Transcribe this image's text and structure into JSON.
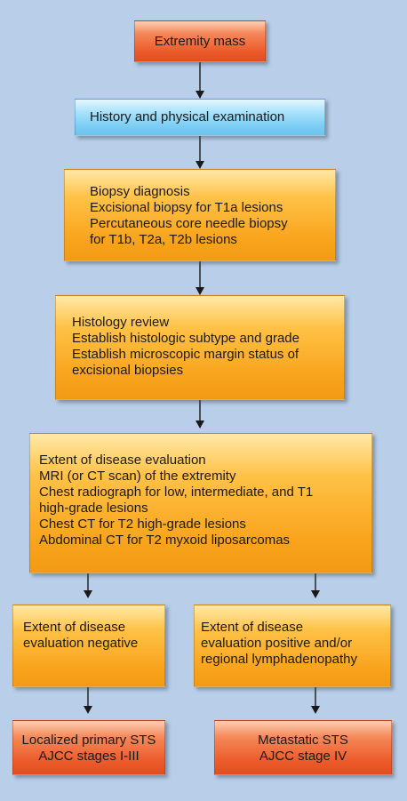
{
  "nodes": {
    "extremity_mass": {
      "lines": [
        "Extremity mass"
      ]
    },
    "history_exam": {
      "lines": [
        "History and physical examination"
      ]
    },
    "biopsy": {
      "lines": [
        "Biopsy diagnosis",
        "Excisional biopsy for T1a lesions",
        "Percutaneous core needle biopsy",
        "for T1b, T2a, T2b lesions"
      ]
    },
    "histology": {
      "lines": [
        "Histology review",
        "Establish histologic subtype and grade",
        "Establish microscopic margin status of",
        "excisional biopsies"
      ]
    },
    "extent_eval": {
      "lines": [
        "Extent of disease evaluation",
        "MRI (or CT scan) of the extremity",
        "Chest radiograph for low, intermediate, and T1",
        "high-grade lesions",
        "Chest CT for T2 high-grade lesions",
        "Abdominal CT for T2 myxoid liposarcomas"
      ]
    },
    "eval_negative": {
      "lines": [
        "Extent of disease",
        "evaluation negative"
      ]
    },
    "eval_positive": {
      "lines": [
        "Extent of disease",
        "evaluation positive and/or",
        "regional lymphadenopathy"
      ]
    },
    "localized": {
      "lines": [
        "Localized primary STS",
        "AJCC stages I-III"
      ]
    },
    "metastatic": {
      "lines": [
        "Metastatic STS",
        "AJCC stage IV"
      ]
    }
  },
  "colors": {
    "background": "#b9cfe9",
    "process": "#f9a51e",
    "terminal": "#ec5b2b",
    "assessment": "#7ccdf3"
  }
}
